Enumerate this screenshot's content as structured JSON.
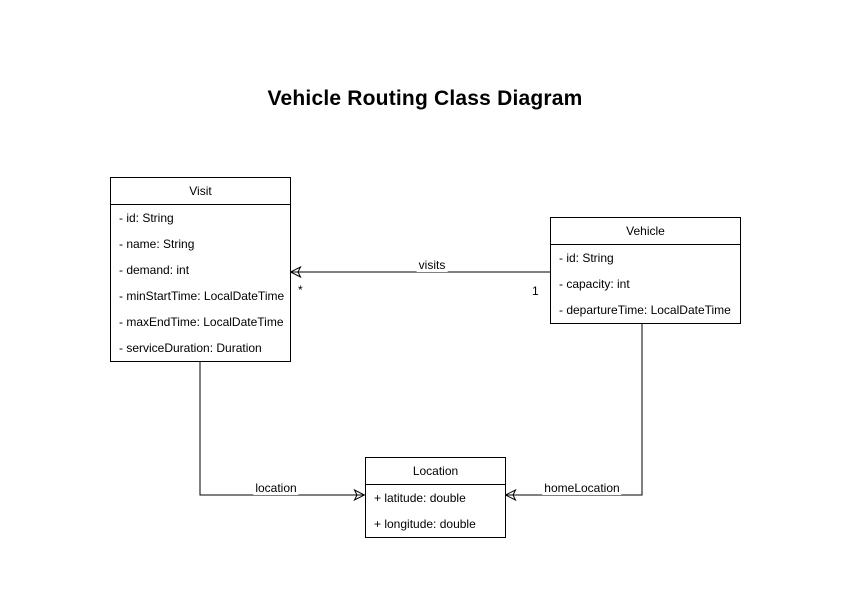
{
  "title": "Vehicle Routing Class Diagram",
  "classes": {
    "visit": {
      "name": "Visit",
      "attributes": [
        "- id: String",
        "- name: String",
        "- demand: int",
        "- minStartTime: LocalDateTime",
        "- maxEndTime: LocalDateTime",
        "- serviceDuration: Duration"
      ]
    },
    "vehicle": {
      "name": "Vehicle",
      "attributes": [
        "- id: String",
        "- capacity: int",
        "- departureTime: LocalDateTime"
      ]
    },
    "location": {
      "name": "Location",
      "attributes": [
        "+ latitude: double",
        "+ longitude: double"
      ]
    }
  },
  "edges": {
    "visits": {
      "label": "visits",
      "source": "Vehicle",
      "target": "Visit",
      "source_multiplicity": "1",
      "target_multiplicity": "*"
    },
    "location": {
      "label": "location",
      "source": "Visit",
      "target": "Location"
    },
    "homeLocation": {
      "label": "homeLocation",
      "source": "Vehicle",
      "target": "Location"
    }
  },
  "colors": {
    "stroke": "#000000",
    "fill": "#ffffff",
    "text": "#000000"
  }
}
